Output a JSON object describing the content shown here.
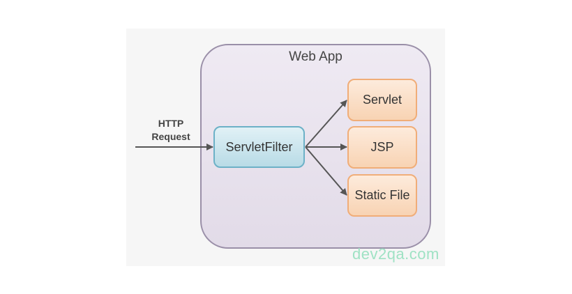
{
  "diagram": {
    "container_label": "Web App",
    "request_label_line1": "HTTP",
    "request_label_line2": "Request",
    "filter_label": "ServletFilter",
    "targets": [
      {
        "label": "Servlet"
      },
      {
        "label": "JSP"
      },
      {
        "label": "Static File"
      }
    ]
  },
  "watermark": "dev2qa.com",
  "colors": {
    "container_border": "#9a8fa8",
    "filter_border": "#6cb1c7",
    "target_border": "#f0ad78",
    "arrow": "#555555",
    "watermark": "#9fe2c4"
  }
}
